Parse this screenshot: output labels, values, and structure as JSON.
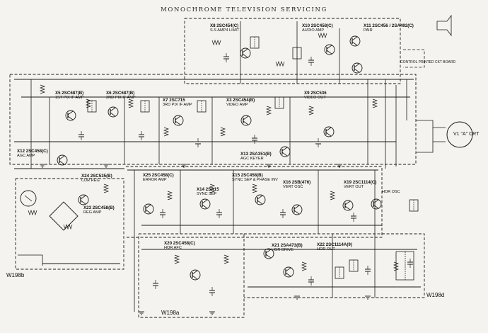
{
  "page_title": "MONOCHROME TELEVISION SERVICING",
  "blocks": [
    {
      "id": "x8",
      "ref": "X8 2SC454(C)",
      "fn": "S.S AMP4 LIMIT"
    },
    {
      "id": "x10",
      "ref": "X10 2SC458(C)",
      "fn": "AUDIO AMP"
    },
    {
      "id": "x11",
      "ref": "X11 2SC456 / 2SA492(C)",
      "fn": "PAIR"
    },
    {
      "id": "x5",
      "ref": "X5 2SC687(B)",
      "fn": "1ST PIX IF AMP"
    },
    {
      "id": "x6",
      "ref": "X6 2SC687(B)",
      "fn": "2ND PIX IF AMP"
    },
    {
      "id": "x7",
      "ref": "X7 2SC715",
      "fn": "3RD PIX IF AMP"
    },
    {
      "id": "x3",
      "ref": "X3 2SC454(B)",
      "fn": "VIDEO AMP"
    },
    {
      "id": "x9",
      "ref": "X9 2SC536",
      "fn": "VIDEO OUT"
    },
    {
      "id": "x12",
      "ref": "X12 2SC458(C)",
      "fn": "AGC AMP"
    },
    {
      "id": "x13",
      "ref": "X13 2SA351(B)",
      "fn": "AGC KEYER"
    },
    {
      "id": "x24",
      "ref": "X24 2SC535(B)",
      "fn": "CUR REG"
    },
    {
      "id": "x23",
      "ref": "X23 2SC458(B)",
      "fn": "REG AMP"
    },
    {
      "id": "x25",
      "ref": "X25 2SC458(C)",
      "fn": "ERROR AMP"
    },
    {
      "id": "x14",
      "ref": "X14 2SA15",
      "fn": "SYNC SEP"
    },
    {
      "id": "x15",
      "ref": "X15 2SC458(B)",
      "fn": "SYNC SEP & PHASE INV"
    },
    {
      "id": "x16",
      "ref": "X16 2SB(476)",
      "fn": "VERT OSC"
    },
    {
      "id": "x19",
      "ref": "X19 2SC1114(C)",
      "fn": "VERT OUT"
    },
    {
      "id": "x20",
      "ref": "X20 2SC458(C)",
      "fn": "HOR AFC"
    },
    {
      "id": "x21",
      "ref": "X21 2SA473(B)",
      "fn": "HOR DRIVE"
    },
    {
      "id": "x22",
      "ref": "X22 2SC1114A(9)",
      "fn": "HOR OUT"
    }
  ],
  "misc_labels": {
    "crt": "V1 \"A\" CRT",
    "control_board": "CONTROL PRINTED CKT BOARD",
    "board_a": "W198a",
    "board_b": "W198b",
    "board_d": "W198d",
    "hor_osc": "HOR OSC"
  },
  "style": {
    "ink": "#1a1a1a",
    "paper": "#f4f3ef"
  }
}
